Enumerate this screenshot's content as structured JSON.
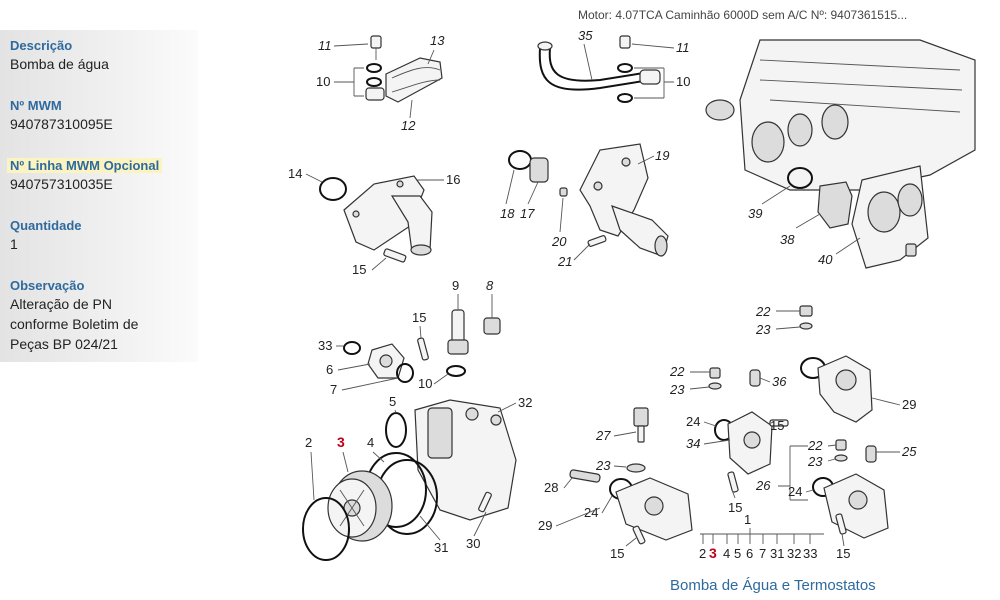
{
  "sidebar": {
    "descricao_label": "Descrição",
    "descricao_value": "Bomba de água",
    "mwm_label": "Nº MWM",
    "mwm_value": "940787310095E",
    "linha_label": "Nº Linha MWM Opcional",
    "linha_value": "940757310035E",
    "quantidade_label": "Quantidade",
    "quantidade_value": "1",
    "observacao_label": "Observação",
    "observacao_lines": [
      "Alteração de PN",
      "conforme Boletim de",
      "Peças BP 024/21"
    ]
  },
  "header": "Motor: 4.07TCA Caminhão 6000D sem A/C    Nº: 9407361515...",
  "caption": "Bomba de Água e Termostatos",
  "diagram": {
    "highlight_color": "#c0001a",
    "parts_list": [
      "2",
      "3",
      "4",
      "5",
      "6",
      "7",
      "31",
      "32",
      "33"
    ],
    "parts_list_group": "1",
    "callouts": {
      "c11a": "11",
      "c13": "13",
      "c10a": "10",
      "c12": "12",
      "c35": "35",
      "c11b": "11",
      "c10b": "10",
      "c14": "14",
      "c16": "16",
      "c15a": "15",
      "c19": "19",
      "c18": "18",
      "c17": "17",
      "c20": "20",
      "c21": "21",
      "c39": "39",
      "c38": "38",
      "c40": "40",
      "c9": "9",
      "c8": "8",
      "c15b": "15",
      "c33": "33",
      "c6": "6",
      "c7": "7",
      "c10c": "10",
      "c5": "5",
      "c32": "32",
      "c2": "2",
      "c3": "3",
      "c4": "4",
      "c31": "31",
      "c30": "30",
      "c22a": "22",
      "c23a": "23",
      "c22b": "22",
      "c23b": "23",
      "c36": "36",
      "c29a": "29",
      "c24a": "24",
      "c15c": "15",
      "c34": "34",
      "c27": "27",
      "c22c": "22",
      "c23c": "23",
      "c25": "25",
      "c23d": "23",
      "c26": "26",
      "c24b": "24",
      "c28": "28",
      "c24c": "24",
      "c29b": "29",
      "c15d": "15",
      "c15e": "15",
      "c1": "1",
      "c15f": "15"
    }
  }
}
